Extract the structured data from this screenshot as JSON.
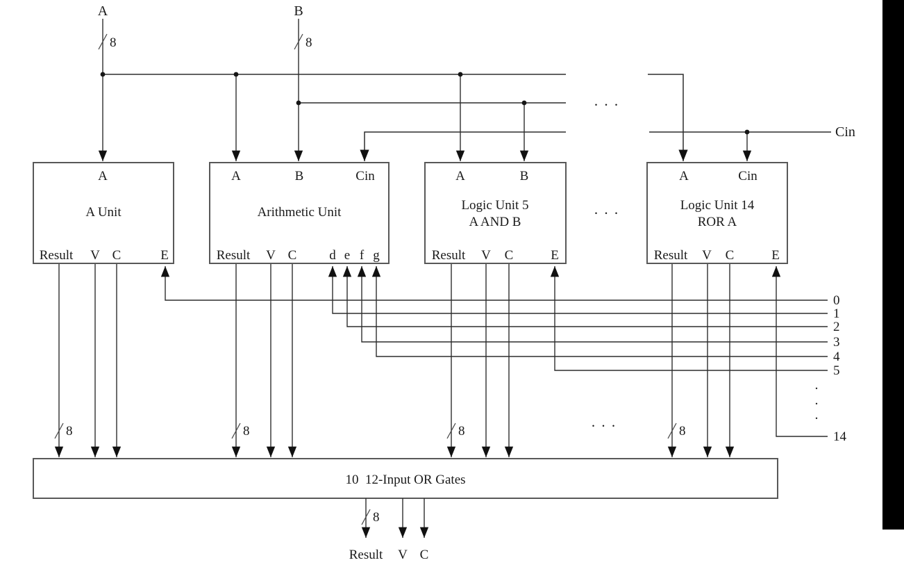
{
  "inputs": {
    "a": "A",
    "b": "B",
    "cin": "Cin",
    "bus_width": "8"
  },
  "units": [
    {
      "title": "A Unit",
      "top_ports": {
        "a": "A"
      },
      "bottom_ports": {
        "result": "Result",
        "v": "V",
        "c": "C",
        "e": "E"
      }
    },
    {
      "title": "Arithmetic Unit",
      "top_ports": {
        "a": "A",
        "b": "B",
        "cin": "Cin"
      },
      "bottom_ports": {
        "result": "Result",
        "v": "V",
        "c": "C",
        "d": "d",
        "e": "e",
        "f": "f",
        "g": "g"
      }
    },
    {
      "title": "Logic Unit 5",
      "subtitle": "A AND B",
      "top_ports": {
        "a": "A",
        "b": "B"
      },
      "bottom_ports": {
        "result": "Result",
        "v": "V",
        "c": "C",
        "e": "E"
      }
    },
    {
      "title": "Logic Unit 14",
      "subtitle": "ROR A",
      "top_ports": {
        "a": "A",
        "cin": "Cin"
      },
      "bottom_ports": {
        "result": "Result",
        "v": "V",
        "c": "C",
        "e": "E"
      }
    }
  ],
  "enable_lines": {
    "e0": "0",
    "e1": "1",
    "e2": "2",
    "e3": "3",
    "e4": "4",
    "e5": "5",
    "e14": "14"
  },
  "or_gates": {
    "label": "10  12-Input OR Gates",
    "outputs": {
      "result": "Result",
      "v": "V",
      "c": "C"
    }
  },
  "ellipsis": {
    "horizontal": ". . .",
    "vertical_dot": "."
  }
}
